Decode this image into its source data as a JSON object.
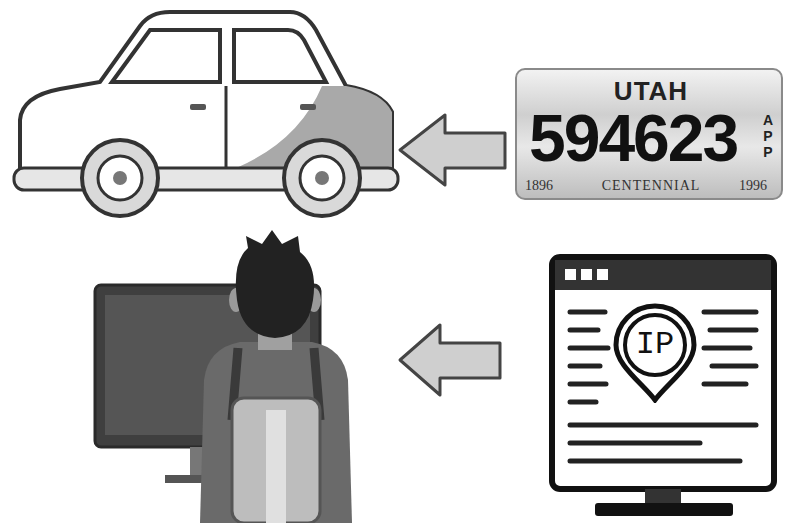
{
  "diagram": {
    "nodes": [
      {
        "text": [
          "UTAH",
          "594623",
          "APP",
          "1896",
          "CENTENNIAL",
          "1996"
        ]
      },
      {
        "text": [
          "IP"
        ]
      }
    ]
  }
}
